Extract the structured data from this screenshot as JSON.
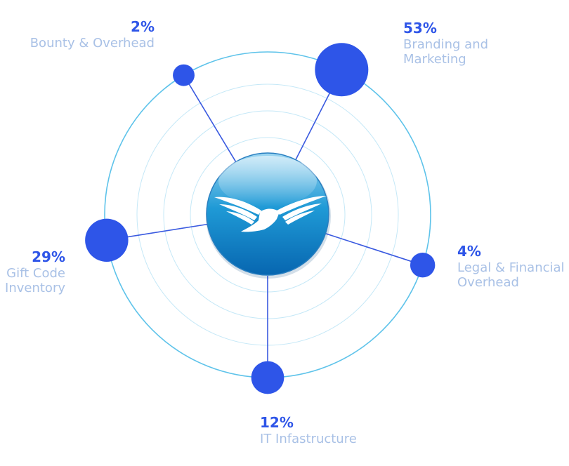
{
  "colors": {
    "accent": "#2e55e8",
    "label_text": "#a9c1e6",
    "outer_ring": "#5ec3ea",
    "inner_rings": "#bfe6f6",
    "connector": "#3a5ae0",
    "hub_top": "#8fd0ef",
    "hub_bottom": "#0a6fb8"
  },
  "hub": {
    "icon": "eagle-icon"
  },
  "chart_data": {
    "type": "pie",
    "slices": [
      {
        "percent": "53%",
        "value": 53,
        "label": "Branding and Marketing"
      },
      {
        "percent": "4%",
        "value": 4,
        "label": "Legal & Financial Overhead"
      },
      {
        "percent": "12%",
        "value": 12,
        "label": "IT Infastructure"
      },
      {
        "percent": "29%",
        "value": 29,
        "label": "Gift Code Inventory"
      },
      {
        "percent": "2%",
        "value": 2,
        "label": "Bounty & Overhead"
      }
    ]
  }
}
